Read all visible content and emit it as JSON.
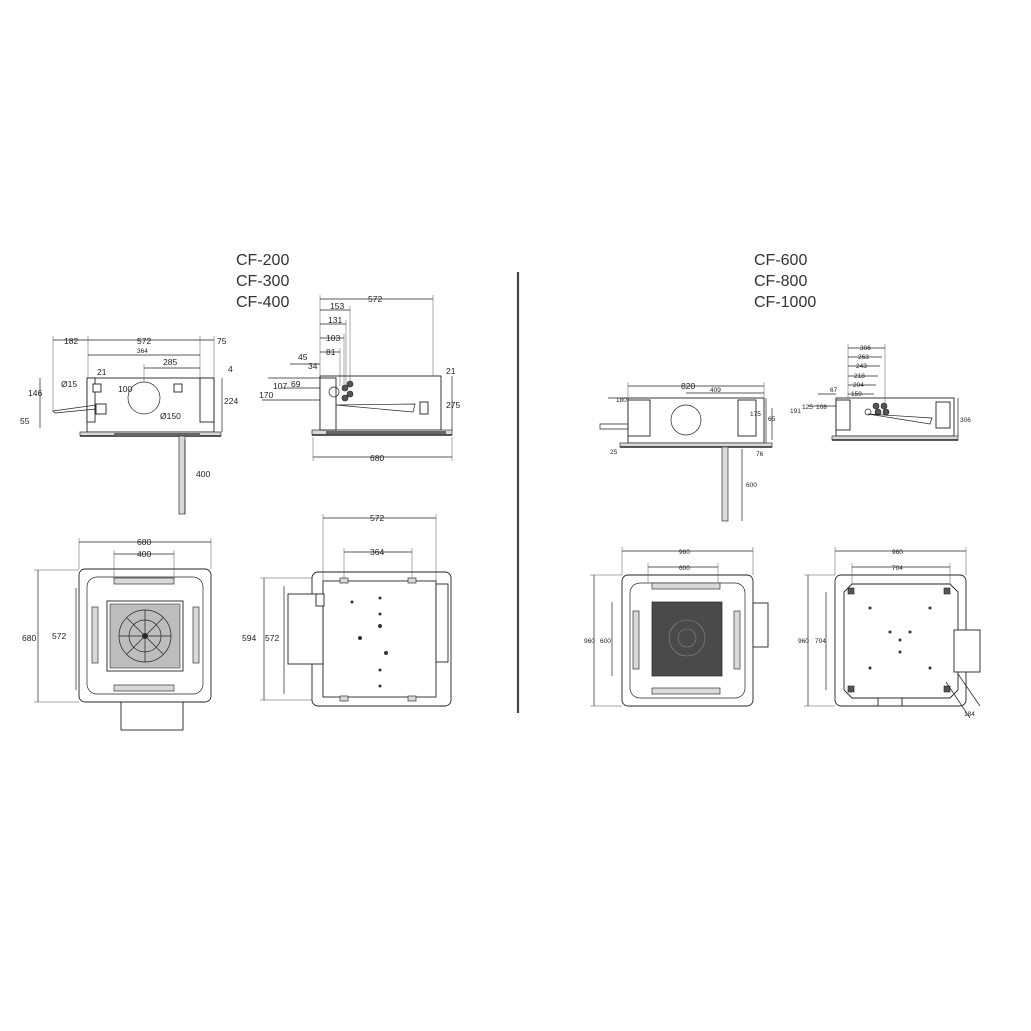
{
  "left_group": {
    "models": [
      "CF-200",
      "CF-300",
      "CF-400"
    ],
    "side_view": {
      "d182": "182",
      "d572": "572",
      "d75": "75",
      "d364": "364",
      "d285": "285",
      "d21": "21",
      "d015": "Ø15",
      "d100": "100",
      "d4": "4",
      "d146": "146",
      "d224": "224",
      "d55": "55",
      "d0150": "Ø150",
      "d400": "400"
    },
    "end_view": {
      "d572": "572",
      "d153": "153",
      "d131": "131",
      "d103": "103",
      "d81": "81",
      "d45": "45",
      "d34": "34",
      "d107": "107",
      "d69": "69",
      "d170": "170",
      "d21": "21",
      "d275": "275",
      "d680": "680"
    },
    "front_view": {
      "d680w": "680",
      "d400": "400",
      "d680h": "680",
      "d572": "572"
    },
    "top_view": {
      "d572": "572",
      "d364": "364",
      "d594": "594",
      "d572h": "572"
    }
  },
  "right_group": {
    "models": [
      "CF-600",
      "CF-800",
      "CF-1000"
    ],
    "side_view": {
      "d820": "820",
      "d409": "409",
      "d180": "180",
      "d175": "175",
      "d65": "65",
      "d25": "25",
      "d76": "76",
      "d600": "600"
    },
    "end_view": {
      "d306": "306",
      "d263": "263",
      "d243": "243",
      "d218": "218",
      "d204": "204",
      "d159": "159",
      "d67": "67",
      "d191": "191",
      "d125": "125",
      "d108": "108",
      "d306h": "306"
    },
    "front_view": {
      "d960": "960",
      "d600": "600",
      "d960h": "960",
      "d600h": "600"
    },
    "top_view": {
      "d960": "960",
      "d704": "704",
      "d960h": "960",
      "d704h": "704",
      "d184": "184"
    }
  }
}
